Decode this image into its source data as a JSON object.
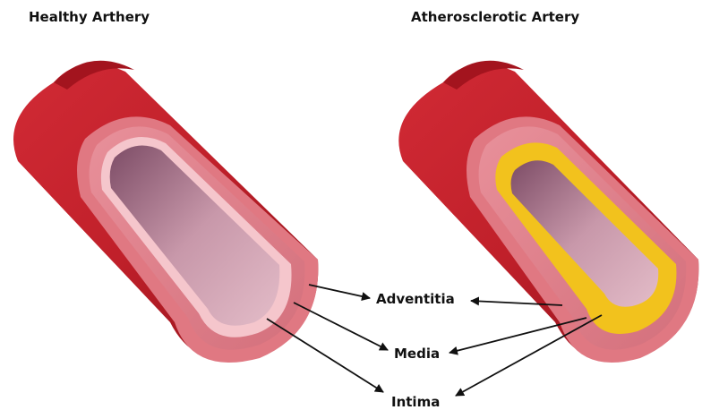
{
  "titles": {
    "left": "Healthy Arthery",
    "right": "Atherosclerotic Artery"
  },
  "labels": {
    "adventitia": "Adventitia",
    "media": "Media",
    "intima": "Intima"
  },
  "colors": {
    "outer_wall": "#c0202a",
    "outer_wall_dark": "#8c1018",
    "media_layer": "#e8909a",
    "intima_layer": "#f5c6cc",
    "lumen": "#b97a92",
    "plaque": "#f2c21d",
    "arrow": "#111111"
  }
}
